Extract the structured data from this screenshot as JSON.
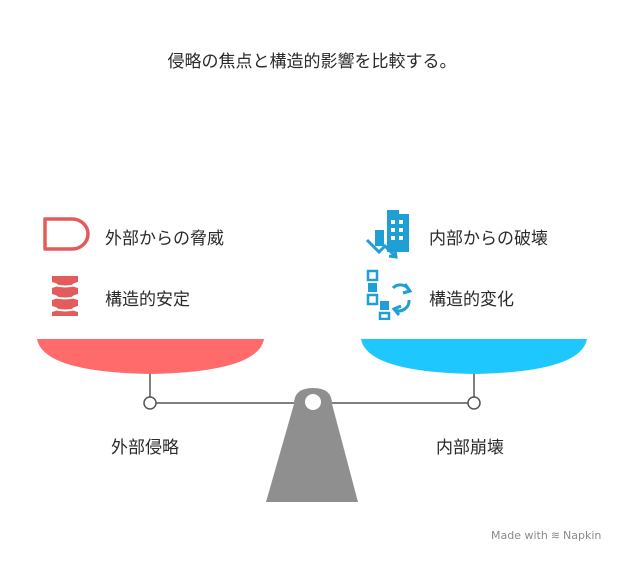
{
  "title": "侵略の焦点と構造的影響を比較する。",
  "left": {
    "items": [
      {
        "label": "外部からの脅威",
        "icon": "shield-outline-icon"
      },
      {
        "label": "構造的安定",
        "icon": "stacked-layers-icon"
      }
    ],
    "pan_label": "外部侵略",
    "color": "#FF6B6B"
  },
  "right": {
    "items": [
      {
        "label": "内部からの破壊",
        "icon": "building-collapse-icon"
      },
      {
        "label": "構造的変化",
        "icon": "restructure-blocks-icon"
      }
    ],
    "pan_label": "内部崩壊",
    "color": "#1EC8FF"
  },
  "scale": {
    "beam_color": "#555555",
    "base_color": "#8F8F8F"
  },
  "watermark": {
    "prefix": "Made with",
    "brand": "Napkin"
  }
}
